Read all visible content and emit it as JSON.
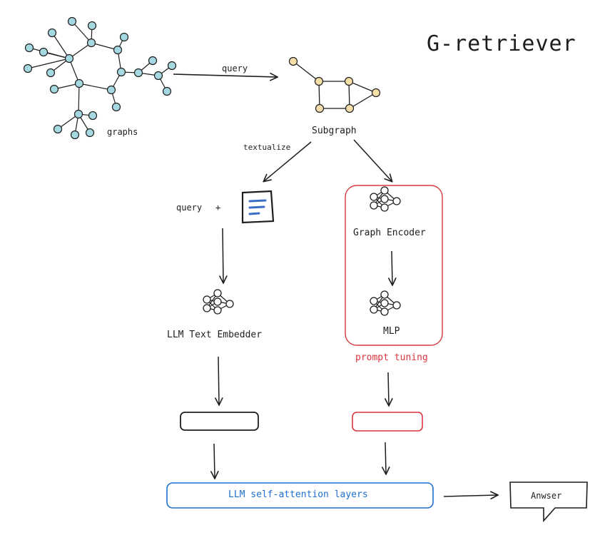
{
  "title": "G-retriever",
  "labels": {
    "graphs": "graphs",
    "query_edge": "query",
    "subgraph": "Subgraph",
    "textualize": "textualize",
    "query_plus_q": "query",
    "query_plus_plus": "+",
    "graph_encoder": "Graph Encoder",
    "mlp": "MLP",
    "prompt_tuning": "prompt tuning",
    "llm_text_embedder": "LLM Text Embedder",
    "llm_layers": "LLM self-attention layers",
    "answer": "Anwser"
  },
  "colors": {
    "stroke": "#1e1e1e",
    "graph_node": "#a5d8e0",
    "subgraph_node": "#f5deA8",
    "accent_red": "#d9363e",
    "accent_blue": "#1e6fd0",
    "doc_blue": "#3a6fc4"
  },
  "icons": [
    "neural-network-icon",
    "document-icon",
    "speech-bubble-icon"
  ]
}
